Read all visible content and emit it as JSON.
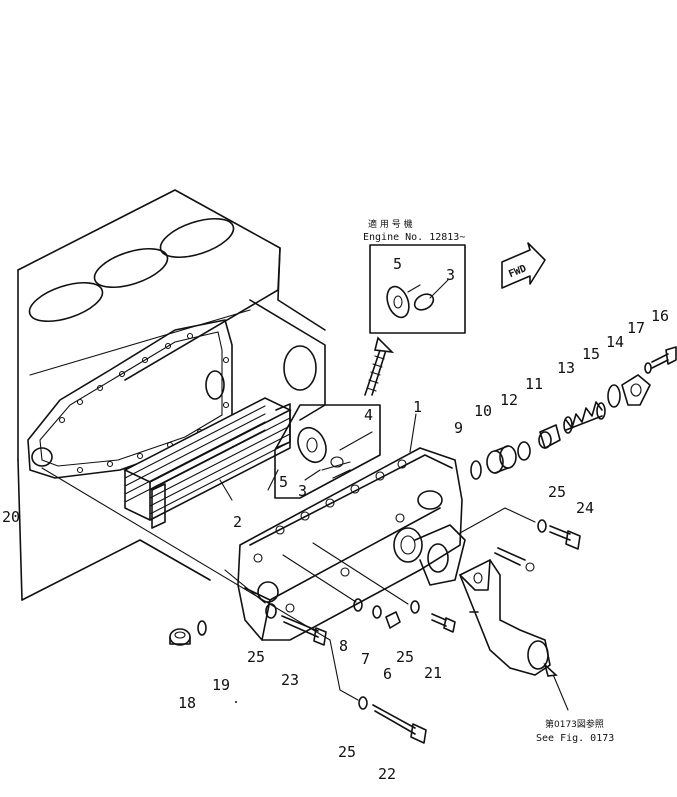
{
  "applicability": {
    "label_jp": "適 用 号 機",
    "engine_no": "Engine No. 12813~"
  },
  "direction_marker": "FWD",
  "see_fig": {
    "label_jp": "第0173図参照",
    "label_en": "See Fig. 0173"
  },
  "inset_callouts": [
    "5",
    "3"
  ],
  "detail_callouts": [
    "4",
    "5",
    "3"
  ],
  "callouts": [
    "1",
    "2",
    "6",
    "7",
    "8",
    "9",
    "10",
    "11",
    "12",
    "13",
    "14",
    "15",
    "16",
    "17",
    "18",
    "19",
    "20",
    "21",
    "22",
    "23",
    "24",
    "25"
  ]
}
